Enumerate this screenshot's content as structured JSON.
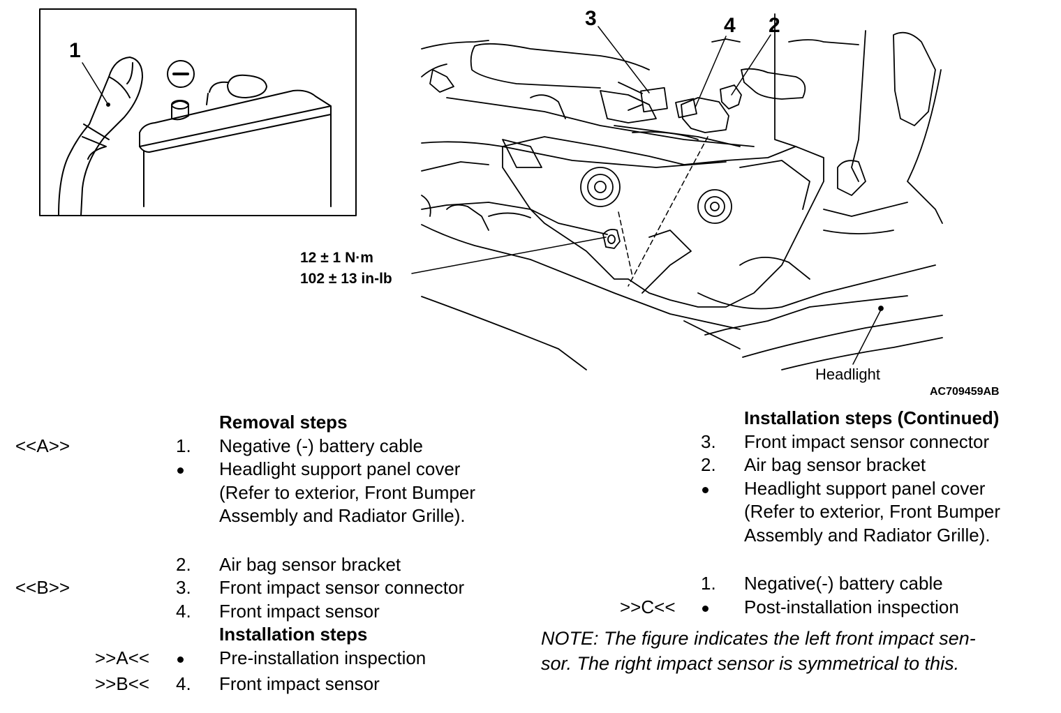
{
  "figure": {
    "callouts": {
      "c1": "1",
      "c2": "2",
      "c3": "3",
      "c4": "4"
    },
    "torque_nm": "12 ± 1 N·m",
    "torque_inlb": "102 ± 13 in-lb",
    "headlight_label": "Headlight",
    "figure_code": "AC709459AB",
    "battery_symbol": "minus-icon"
  },
  "left_column": {
    "removal_header": "Removal steps",
    "removal": [
      {
        "ref": "<<A>>",
        "num": "1.",
        "text": "Negative (-) battery cable"
      },
      {
        "ref": "",
        "num": "•",
        "text": "Headlight support panel cover"
      },
      {
        "ref": "",
        "num": "",
        "text": "(Refer to exterior, Front Bumper"
      },
      {
        "ref": "",
        "num": "",
        "text": "Assembly and Radiator Grille)."
      },
      {
        "ref": "",
        "num": "2.",
        "text": "Air bag sensor bracket"
      },
      {
        "ref": "<<B>>",
        "num": "3.",
        "text": "Front impact sensor connector"
      },
      {
        "ref": "",
        "num": "4.",
        "text": "Front impact sensor"
      }
    ],
    "installation_header": "Installation steps",
    "installation": [
      {
        "ref": ">>A<<",
        "num": "•",
        "text": "Pre-installation inspection"
      },
      {
        "ref": ">>B<<",
        "num": "4.",
        "text": "Front impact sensor"
      }
    ]
  },
  "right_column": {
    "header": "Installation steps (Continued)",
    "steps": [
      {
        "ref": "",
        "num": "3.",
        "text": "Front impact sensor connector"
      },
      {
        "ref": "",
        "num": "2.",
        "text": "Air bag sensor bracket"
      },
      {
        "ref": "",
        "num": "•",
        "text": "Headlight support panel cover"
      },
      {
        "ref": "",
        "num": "",
        "text": "(Refer to exterior, Front Bumper"
      },
      {
        "ref": "",
        "num": "",
        "text": "Assembly and Radiator Grille)."
      },
      {
        "ref": "",
        "num": "1.",
        "text": "Negative(-) battery cable"
      },
      {
        "ref": ">>C<<",
        "num": "•",
        "text": "Post-installation inspection"
      }
    ]
  },
  "note": {
    "line1": "NOTE: The figure indicates the left front impact sen-",
    "line2": "sor. The right impact sensor is symmetrical to this."
  }
}
